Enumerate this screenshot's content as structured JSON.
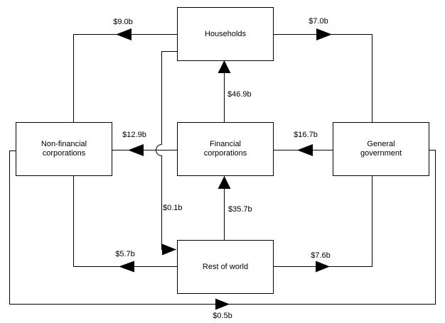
{
  "diagram": {
    "colors": {
      "line": "#000000",
      "background": "#ffffff",
      "text": "#000000"
    },
    "boxes": [
      {
        "id": "households",
        "label": "Households"
      },
      {
        "id": "non-financial-corporations",
        "label": "Non-financial corporations"
      },
      {
        "id": "financial-corporations",
        "label": "Financial corporations"
      },
      {
        "id": "general-government",
        "label": "General government"
      },
      {
        "id": "rest-of-world",
        "label": "Rest of world"
      }
    ],
    "flows": [
      {
        "label": "$9.0b",
        "from": "Households",
        "to": "Non-financial corporations"
      },
      {
        "label": "$7.0b",
        "from": "Households",
        "to": "General government"
      },
      {
        "label": "$46.9b",
        "from": "Financial corporations",
        "to": "Households"
      },
      {
        "label": "$12.9b",
        "from": "Financial corporations",
        "to": "Non-financial corporations"
      },
      {
        "label": "$16.7b",
        "from": "General government",
        "to": "Financial corporations"
      },
      {
        "label": "$0.1b",
        "from": "Households",
        "to": "Rest of world"
      },
      {
        "label": "$35.7b",
        "from": "Rest of world",
        "to": "Financial corporations"
      },
      {
        "label": "$5.7b",
        "from": "Rest of world",
        "to": "Non-financial corporations"
      },
      {
        "label": "$7.6b",
        "from": "Rest of world",
        "to": "General government"
      },
      {
        "label": "$0.5b",
        "from": "Non-financial corporations",
        "to": "General government"
      }
    ]
  }
}
